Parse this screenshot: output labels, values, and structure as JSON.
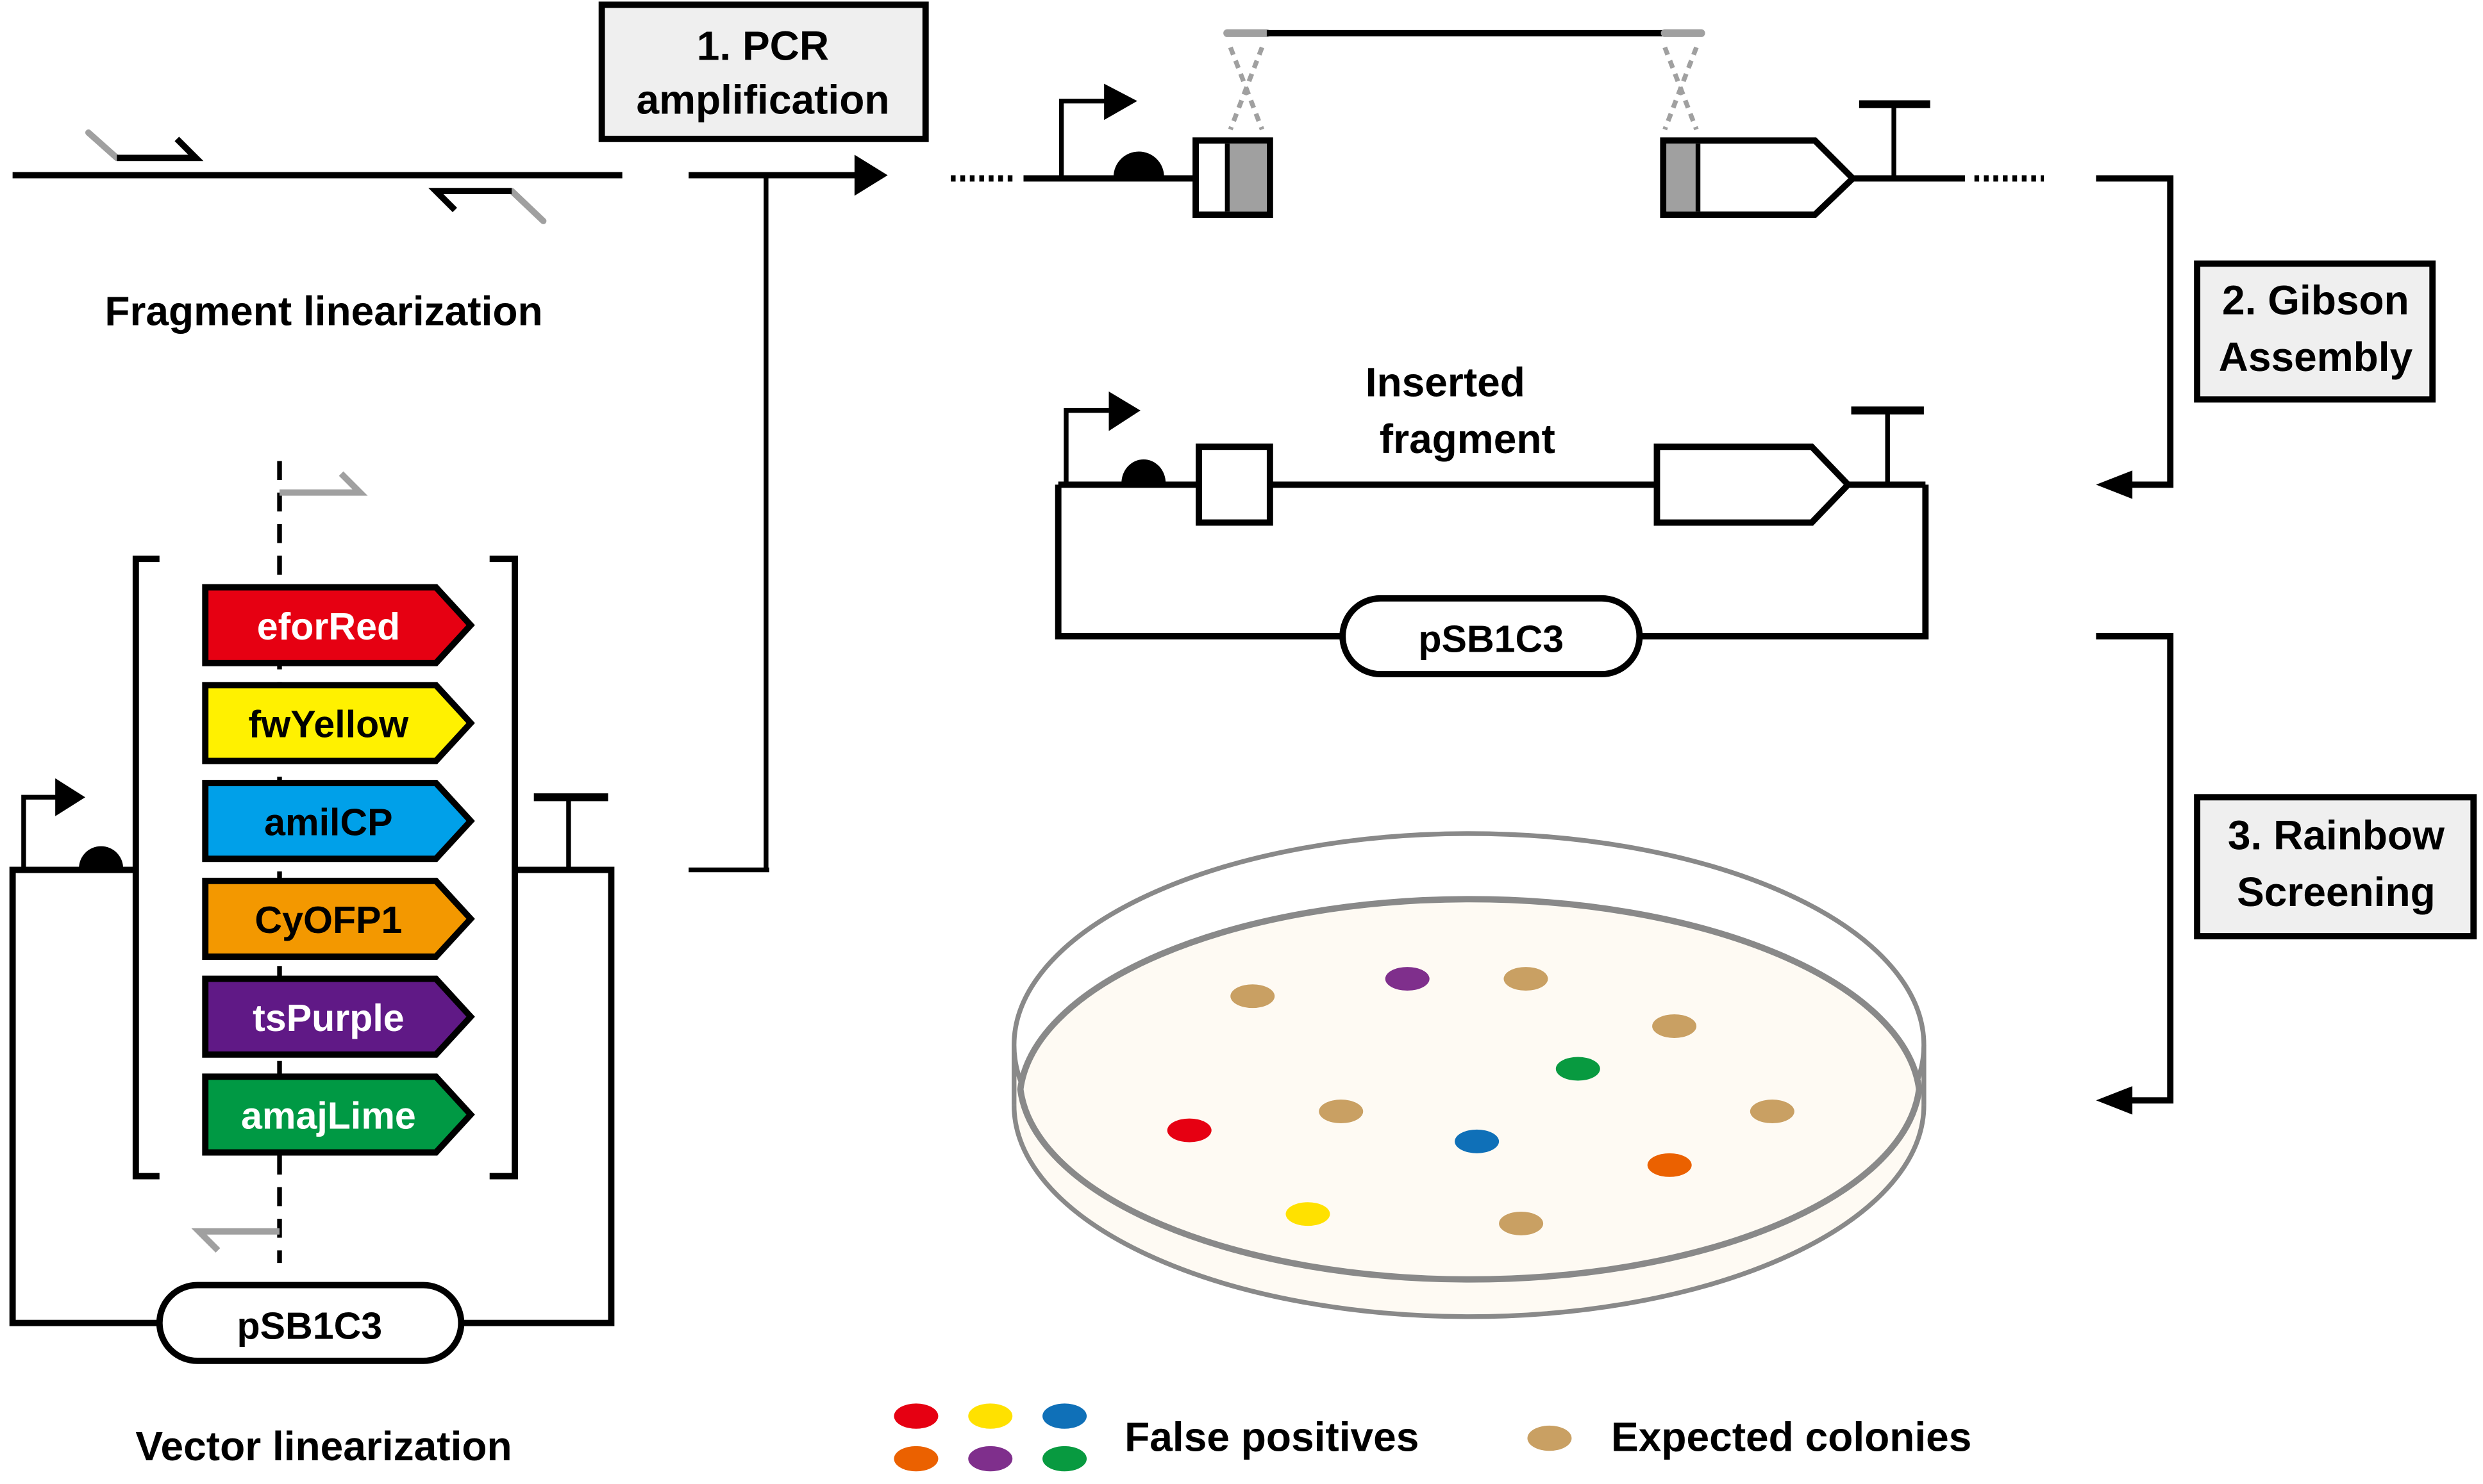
{
  "steps": {
    "pcr": {
      "line1": "1. PCR",
      "line2": "amplification"
    },
    "gibson": {
      "line1": "2. Gibson",
      "line2": "Assembly"
    },
    "rainbow": {
      "line1": "3. Rainbow",
      "line2": "Screening"
    }
  },
  "labels": {
    "fragment_linearization": "Fragment linearization",
    "vector_linearization": "Vector linearization",
    "inserted_fragment_line1": "Inserted",
    "inserted_fragment_line2": "fragment",
    "vector_backbone": "pSB1C3",
    "assembled_backbone": "pSB1C3"
  },
  "genes": [
    {
      "name": "eforRed",
      "fill": "#e60012",
      "text_color": "#ffffff"
    },
    {
      "name": "fwYellow",
      "fill": "#fff100",
      "text_color": "#000000"
    },
    {
      "name": "amilCP",
      "fill": "#00a0e9",
      "text_color": "#000000"
    },
    {
      "name": "CyOFP1",
      "fill": "#f39800",
      "text_color": "#000000"
    },
    {
      "name": "tsPurple",
      "fill": "#601986",
      "text_color": "#ffffff"
    },
    {
      "name": "amajLime",
      "fill": "#009944",
      "text_color": "#ffffff"
    }
  ],
  "colonies": {
    "false_positive_colors": [
      "#e60012",
      "#ffe100",
      "#0f70b8",
      "#eb6100",
      "#7f2f8c",
      "#089a40"
    ],
    "expected_color": "#c9a063",
    "agar_color": "#fefaf3",
    "dish_stroke": "#898989"
  },
  "legend": {
    "false_positives": "False positives",
    "expected_colonies": "Expected colonies"
  }
}
